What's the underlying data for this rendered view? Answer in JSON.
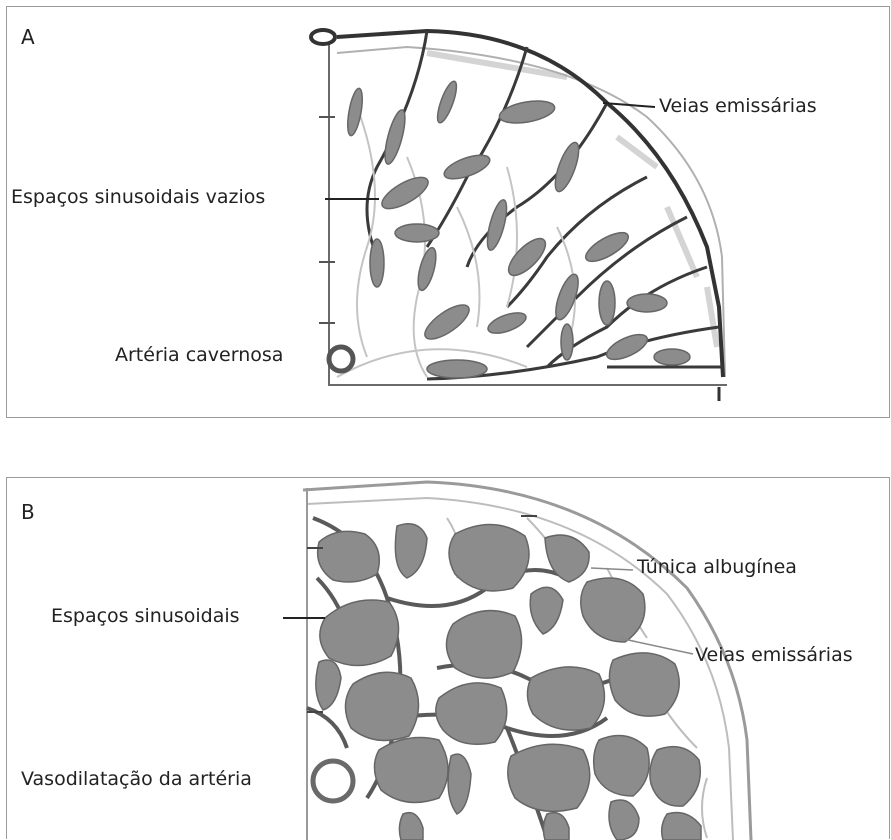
{
  "panel_a": {
    "letter": "A",
    "labels": {
      "veias_emissarias": "Veias emissárias",
      "espacos_sinusoidais_vazios": "Espaços sinusoidais vazios",
      "arteria_cavernosa": "Artéria cavernosa"
    }
  },
  "panel_b": {
    "letter": "B",
    "labels": {
      "tunica_albuginea": "Túnica albugínea",
      "espacos_sinusoidais": "Espaços sinusoidais",
      "veias_emissarias": "Veias emissárias",
      "vasodilatacao_arteria": "Vasodilatação da artéria"
    }
  },
  "colors": {
    "border": "#9a9a9a",
    "vein": "#3a3a3a",
    "sinusoid_fill": "#8c8c8c",
    "light_vessel": "#bdbdbd"
  }
}
